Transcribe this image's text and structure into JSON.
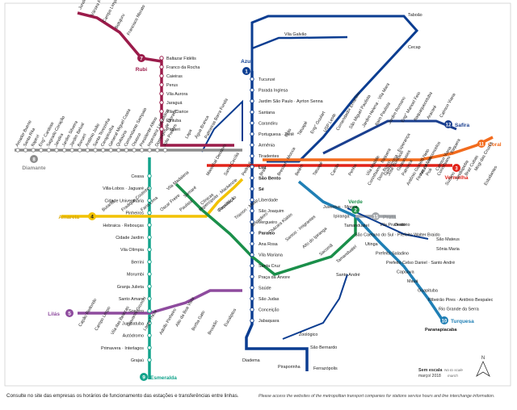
{
  "lines": {
    "azul": {
      "name": "Azul",
      "number": "1",
      "color": "#0b3d91"
    },
    "verde": {
      "name": "Verde",
      "number": "2",
      "color": "#1a8f4a"
    },
    "vermelha": {
      "name": "Vermelha",
      "number": "3",
      "color": "#e2231a"
    },
    "amarela": {
      "name": "Amarela",
      "number": "4",
      "color": "#f2c200"
    },
    "lilas": {
      "name": "Lilás",
      "number": "5",
      "color": "#8e4b9e"
    },
    "rubi": {
      "name": "Rubi",
      "number": "7",
      "color": "#9b1b4a"
    },
    "diamante": {
      "name": "Diamante",
      "number": "8",
      "color": "#8c8c8c"
    },
    "esmeralda": {
      "name": "Esmeralda",
      "number": "9",
      "color": "#12a38b"
    },
    "turquesa": {
      "name": "Turquesa",
      "number": "10",
      "color": "#1f7fb5"
    },
    "coral": {
      "name": "Coral",
      "number": "11",
      "color": "#f26b1d"
    },
    "safira": {
      "name": "Safira",
      "number": "12",
      "color": "#1a3f8f"
    },
    "prata": {
      "name": "Prata",
      "number": "15",
      "color": "#a0a4a8"
    }
  },
  "stations": {
    "azul": [
      "Tucuruvi",
      "Parada Inglesa",
      "Jardim São Paulo · Ayrton Senna",
      "Santana",
      "Carandiru",
      "Portuguesa · Tietê",
      "Armênia",
      "Tiradentes",
      "Luz",
      "São Bento",
      "Sé",
      "Liberdade",
      "São Joaquim",
      "Vergueiro",
      "Paraíso",
      "Ana Rosa",
      "Vila Mariana",
      "Santa Cruz",
      "Praça da Árvore",
      "Saúde",
      "São Judas",
      "Conceição",
      "Jabaquara"
    ],
    "rubi": [
      "Jundiaí",
      "Várzea Paulista",
      "Campo Limpo Paulista",
      "Botujuru",
      "Francisco Morato",
      "Baltazar Fidélis",
      "Franco da Rocha",
      "Caieiras",
      "Perus",
      "Vila Aurora",
      "Jaraguá",
      "Vila Clarice",
      "Pirituba",
      "Piqueri",
      "Lapa",
      "Água Branca",
      "Palmeiras Barra Funda"
    ],
    "diamante": [
      "Amador Bueno",
      "Santa Rita",
      "Itapevi",
      "Eng° Cardoso",
      "Sagrado Coração",
      "Jandira",
      "Jardim Silveira",
      "Jardim Belval",
      "Barueri",
      "Antônio João",
      "Santa Terezinha",
      "Carapicuíba",
      "General Miguel Costa",
      "Quitaúna",
      "Comandante Sampaio",
      "Osasco",
      "Presidente Altino",
      "Imperatriz Leopoldina",
      "Domingos de Moraes",
      "Júlio Prestes"
    ],
    "esmeralda": [
      "Ceasa",
      "Villa-Lobos · Jaguaré",
      "Cidade Universitária",
      "Pinheiros",
      "Hebraica · Rebouças",
      "Cidade Jardim",
      "Vila Olímpia",
      "Berrini",
      "Morumbi",
      "Granja Julieta",
      "Santo Amaro",
      "Socorro",
      "Jurubatuba",
      "Autódromo",
      "Primavera · Interlagos",
      "Grajaú"
    ],
    "amarela": [
      "Butantã",
      "Fradique Coutinho",
      "Faria Lima",
      "Oscar Freire",
      "Paulista",
      "Higienópolis · Mackenzie",
      "República"
    ],
    "verde": [
      "Vila Madalena",
      "Sumaré",
      "Clínicas",
      "Consolação",
      "Trianon · Masp",
      "Brigadeiro",
      "Chácara Klabin",
      "Santos · Imigrantes",
      "Alto do Ipiranga",
      "Sacomã",
      "Tamanduateí"
    ],
    "lilas": [
      "Capão Redondo",
      "Campo Limpo",
      "Vila das Belezas",
      "Giovanni Gronchi",
      "Largo Treze",
      "Adolfo Pinheiro",
      "Alto da Boa Vista",
      "Borba Gato",
      "Brooklin",
      "Eucaliptos"
    ],
    "vermelha": [
      "Marechal Deodoro",
      "Santa Cecília",
      "Pedro II",
      "Brás",
      "Bresser · Mooca",
      "Belém",
      "Tatuapé",
      "Carrão",
      "Penha",
      "Vila Matilde",
      "Guilhermina · Esperança",
      "Patriarca",
      "Artur Alvim",
      "Corinthians · Itaquera"
    ],
    "safira": [
      "Brás",
      "Tatuapé",
      "Eng° Goulart",
      "USP Leste",
      "Comendador Ermelino",
      "São Miguel Paulista",
      "Jardim Helena · Vila Mara",
      "Itaim Paulista",
      "Jardim Romano",
      "Eng° Manoel Feio",
      "Itaquaquecetuba",
      "Aracaré",
      "Calmon Viana"
    ],
    "coral": [
      "Corinthians · Itaquera",
      "Dom Bosco",
      "José Bonifácio",
      "Guaianases",
      "Antônio Gianetti Neto",
      "Ferraz de Vasconcelos",
      "Poá",
      "Calmon Viana",
      "Suzano",
      "Jundiapeba",
      "Braz Cubas",
      "Mogi das Cruzes",
      "Estudantes"
    ],
    "turquesa": [
      "Juventus · Mooca",
      "Ipiranga",
      "Tamanduateí",
      "São Caetano do Sul · Prefeito Walter Braido",
      "Utinga",
      "Prefeito Saladino",
      "Prefeito Celso Daniel · Santo André",
      "Capuava",
      "Mauá",
      "Guapituba",
      "Ribeirão Pires · Antônio Bespalec",
      "Rio Grande da Serra"
    ],
    "prata": [
      "Vila Prudente",
      "Oratório"
    ],
    "other": [
      "Vila Galvão",
      "Taboão",
      "Cecap",
      "São Mateus",
      "Sônia Maria",
      "Santo André",
      "Paranapiacaba",
      "Diadema",
      "Piraporinha",
      "São Bernardo",
      "Ferrazópolis",
      "Zoológico"
    ]
  },
  "legend": {
    "scale": "Sem escala",
    "scale_en": "No to scale",
    "date": "março/ 2018",
    "date_en": "march",
    "north": "N"
  },
  "footer": {
    "pt": "Consulte no site das empresas os horários de funcionamento das estações e transferências entre linhas.",
    "en": "Please access the websites of the metropolitan transport companies for stations service hours and line interchange information."
  }
}
